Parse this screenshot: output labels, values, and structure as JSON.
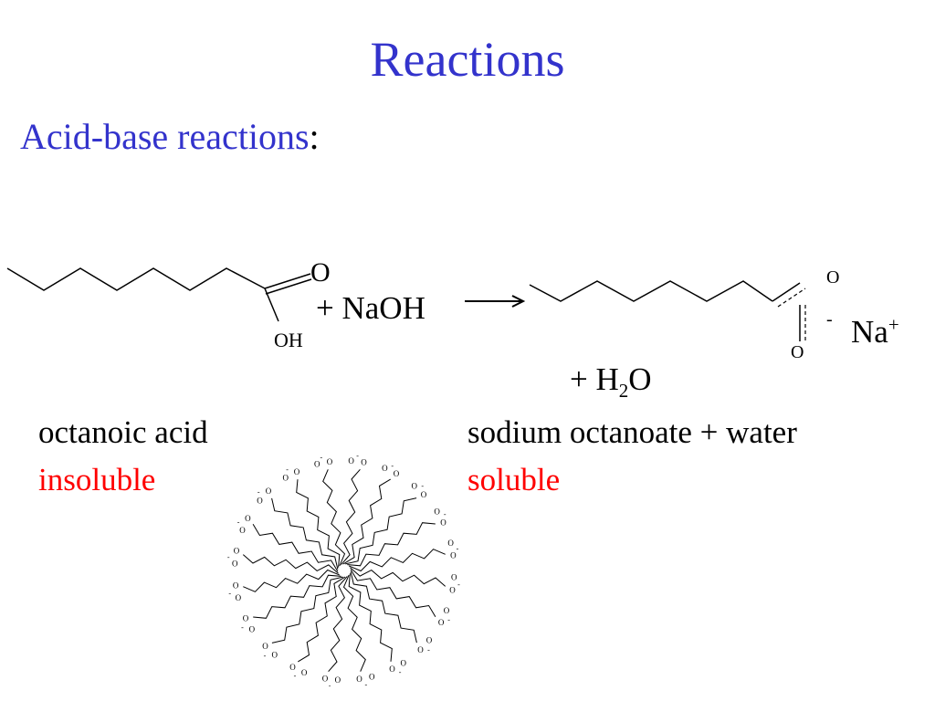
{
  "slide": {
    "title": "Reactions",
    "subtitle": "Acid-base reactions",
    "subtitle_colon": ":"
  },
  "reaction": {
    "reactant_atom_o": "O",
    "reactant_atom_oh": "OH",
    "plus_naoh": "+ NaOH",
    "product_atom_o_top": "O",
    "product_atom_o_bottom": "O",
    "charge_minus": "-",
    "sodium_base": "Na",
    "sodium_charge": "+",
    "water_prefix": "+ H",
    "water_sub": "2",
    "water_suffix": "O"
  },
  "labels": {
    "left_name": "octanoic acid",
    "left_property": "insoluble",
    "right_name": "sodium octanoate + water",
    "right_property": "soluble"
  },
  "micelle": {
    "head_atom": "O",
    "head_charge": "-"
  },
  "colors": {
    "heading": "#3333cc",
    "property_text": "#ff0000",
    "body_text": "#000000"
  }
}
